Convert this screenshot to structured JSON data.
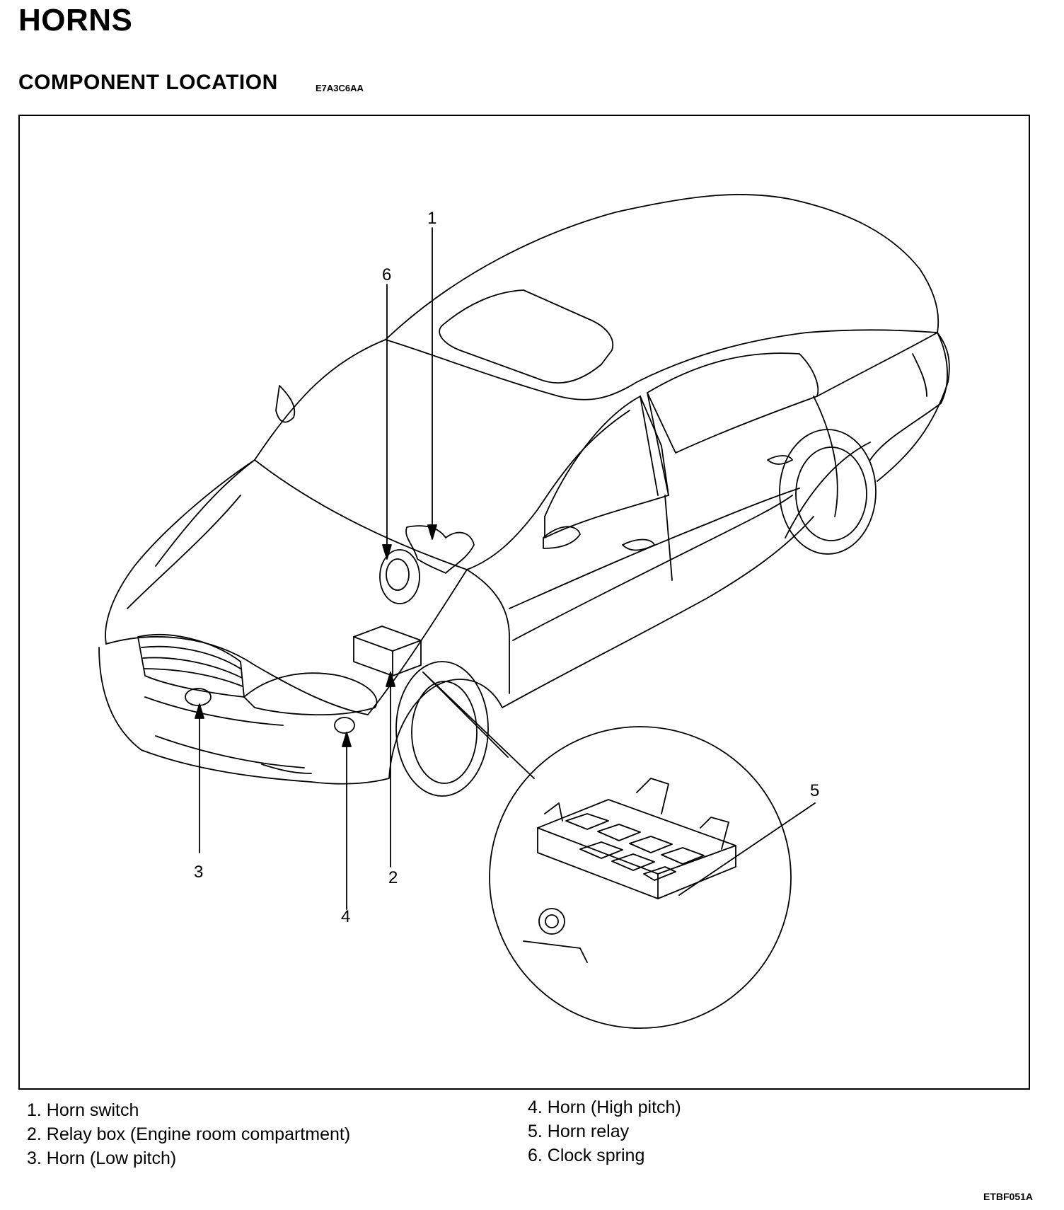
{
  "page": {
    "title": "HORNS",
    "subtitle": "COMPONENT LOCATION",
    "section_code": "E7A3C6AA",
    "figure_id": "ETBF051A"
  },
  "callouts": [
    "1",
    "2",
    "3",
    "4",
    "5",
    "6"
  ],
  "legend": {
    "left": [
      "1. Horn switch",
      "2. Relay box (Engine room compartment)",
      "3. Horn (Low pitch)"
    ],
    "right": [
      "4. Horn (High pitch)",
      "5. Horn relay",
      "6. Clock spring"
    ]
  }
}
